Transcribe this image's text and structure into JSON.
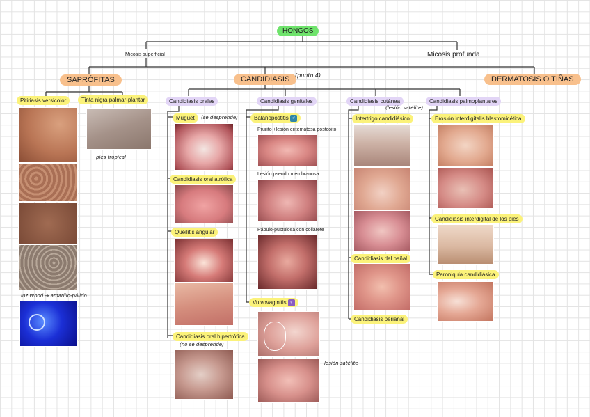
{
  "root": "HONGOS",
  "branches": {
    "superficial": "Micosis superficial",
    "profunda": "Micosis profunda"
  },
  "groups": {
    "saprofitas": "SAPRÓFITAS",
    "candidiasis": "CANDIDIASIS",
    "candidiasis_note": "(punto 4)",
    "dermatosis": "DERMATOSIS O TIÑAS"
  },
  "saprofitas": {
    "pitiriasis": "Pitiriasis versicolor",
    "tinta": "Tinta nigra palmar-plantar",
    "tinta_note": "pies tropical",
    "wood_note": "luz Wood → amarillo-pálido"
  },
  "oral": {
    "title": "Candidiasis orales",
    "muguet": "Muguet",
    "muguet_note": "(se desprende)",
    "atrofica": "Candidiasis oral atrófica",
    "queilitis": "Queilitis angular",
    "hipertrofica": "Candidiasis oral hipertrófica",
    "hipertrofica_note": "(no se desprende)"
  },
  "genital": {
    "title": "Candidiasis genitales",
    "balano": "Balanopostitis",
    "prurito": "Prurito +lesión eritematosa postcoito",
    "pseudo": "Lesión pseudo membranosa",
    "pabulo": "Pábulo-pustulosa con collarete",
    "vulvo": "Vulvovaginitis",
    "vulvo_note": "lesión satélite",
    "badge_m": "♂",
    "badge_f": "♀"
  },
  "cutanea": {
    "title": "Candidiasis cutánea",
    "note": "(lesión satélite)",
    "intertrigo": "Intertrigo candidiásico",
    "panal": "Candidiasis del pañal",
    "perianal": "Candidiasis perianal"
  },
  "palmo": {
    "title": "Candidiasis palmoplantares",
    "erosion": "Erosión interdigitalis blastomicética",
    "pies": "Candidiasis interdigital de los pies",
    "paroniquia": "Paroniquia candidiásica"
  }
}
